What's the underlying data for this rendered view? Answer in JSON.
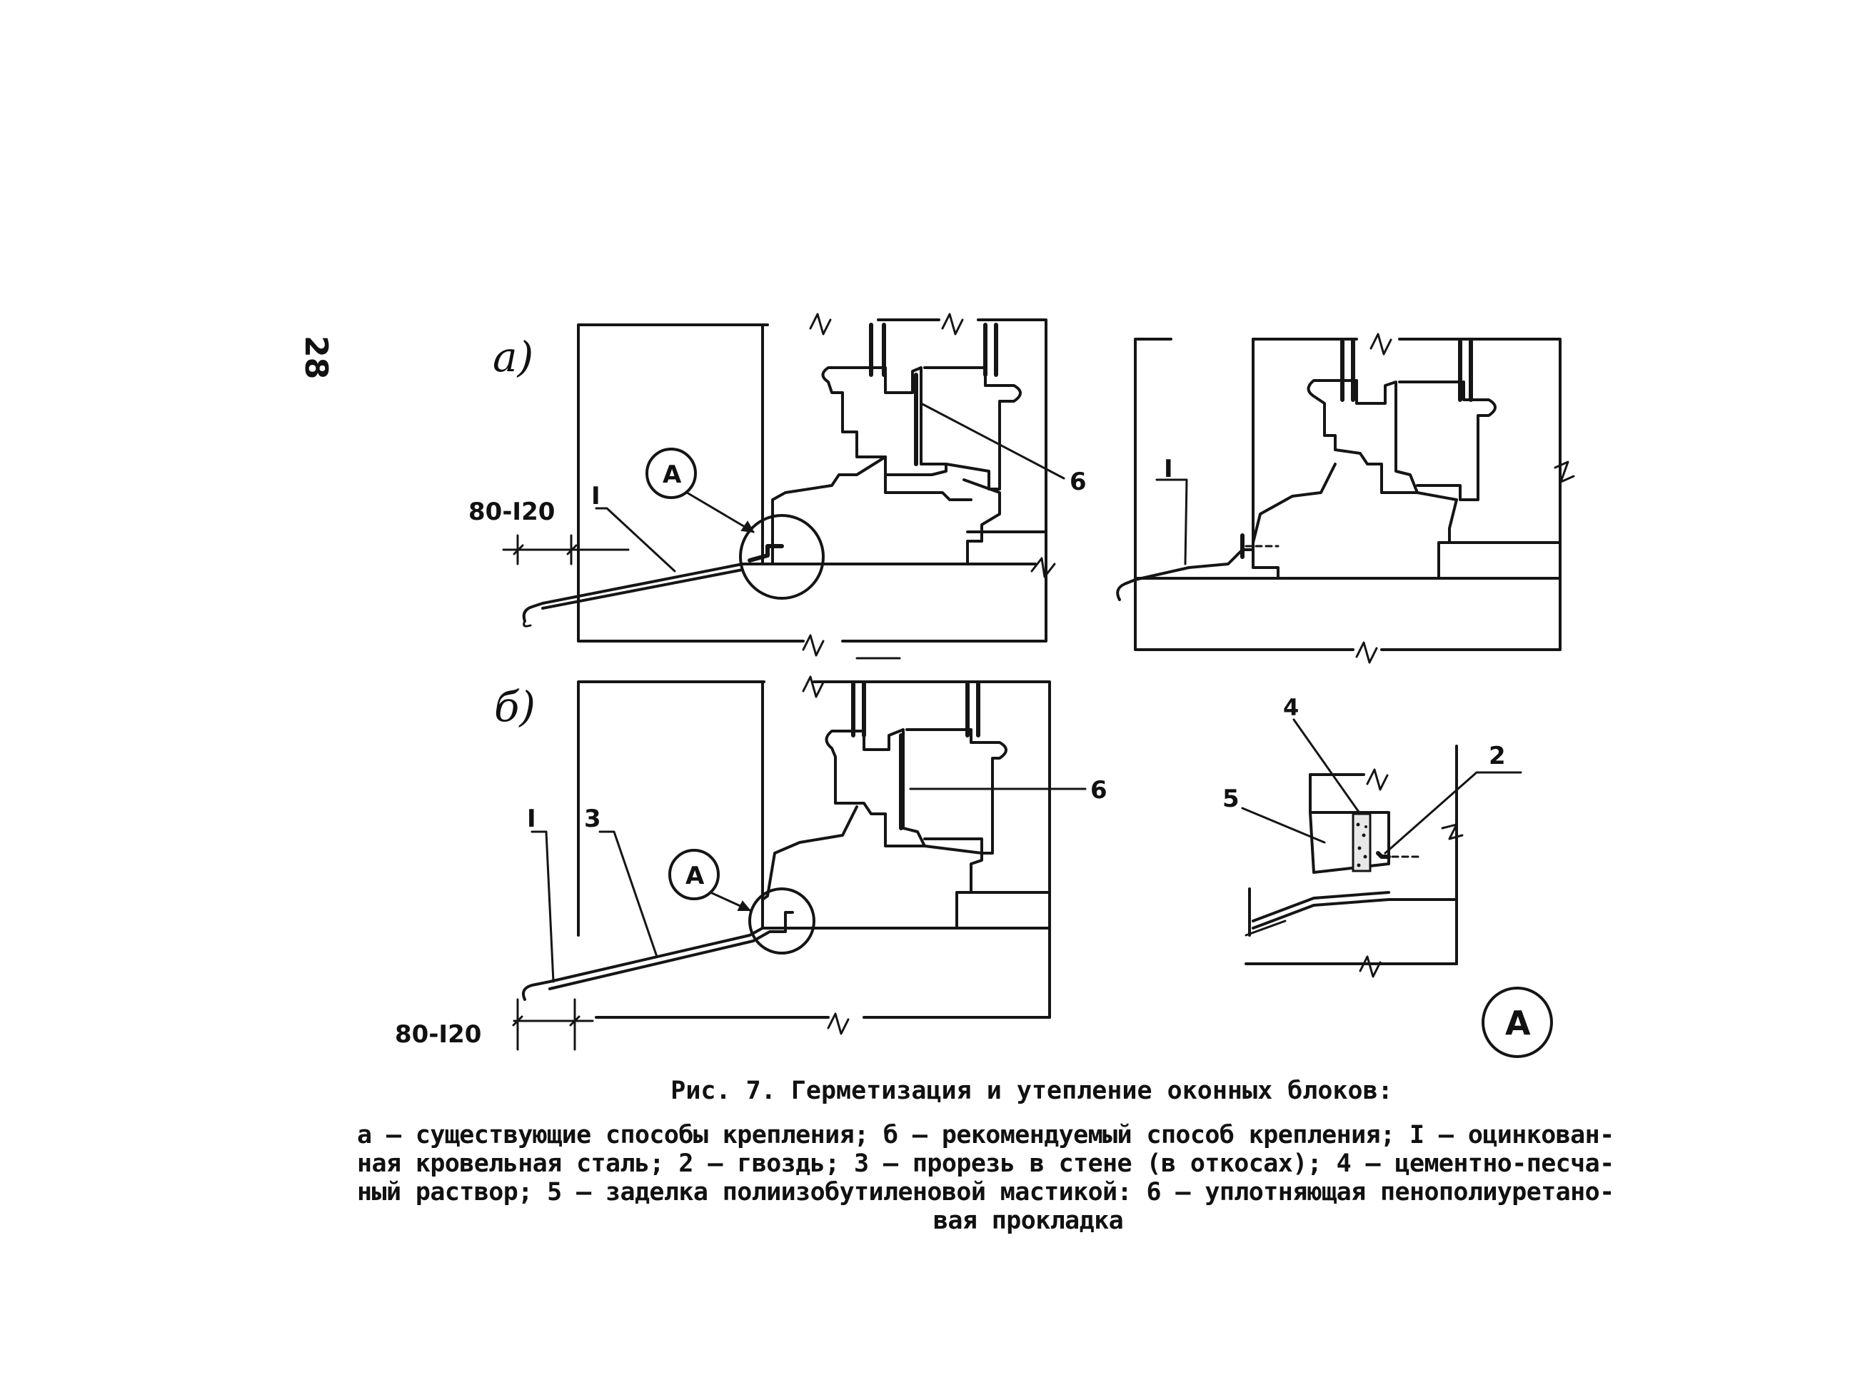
{
  "page": {
    "number": "28"
  },
  "figure": {
    "panel_a_label": "а)",
    "panel_b_label": "б)",
    "detail_marker": "А",
    "dimension_label": "80-I20",
    "callouts": {
      "sheet_steel": "I",
      "nail": "2",
      "wall_cut": "3",
      "mortar": "4",
      "mastic": "5",
      "gasket": "6"
    }
  },
  "caption": {
    "title": "Рис. 7. Герметизация и утепление оконных блоков:",
    "lines": [
      "а – существующие способы крепления; б – рекомендуемый способ крепления; I – оцинкован-",
      "ная кровельная сталь; 2 – гвоздь; 3 – прорезь в стене (в откосах); 4 – цементно-песча-",
      "ный раствор; 5 – заделка полиизобутиленовой мастикой: 6 – уплотняющая пенополиуретано-",
      "вая прокладка"
    ]
  }
}
